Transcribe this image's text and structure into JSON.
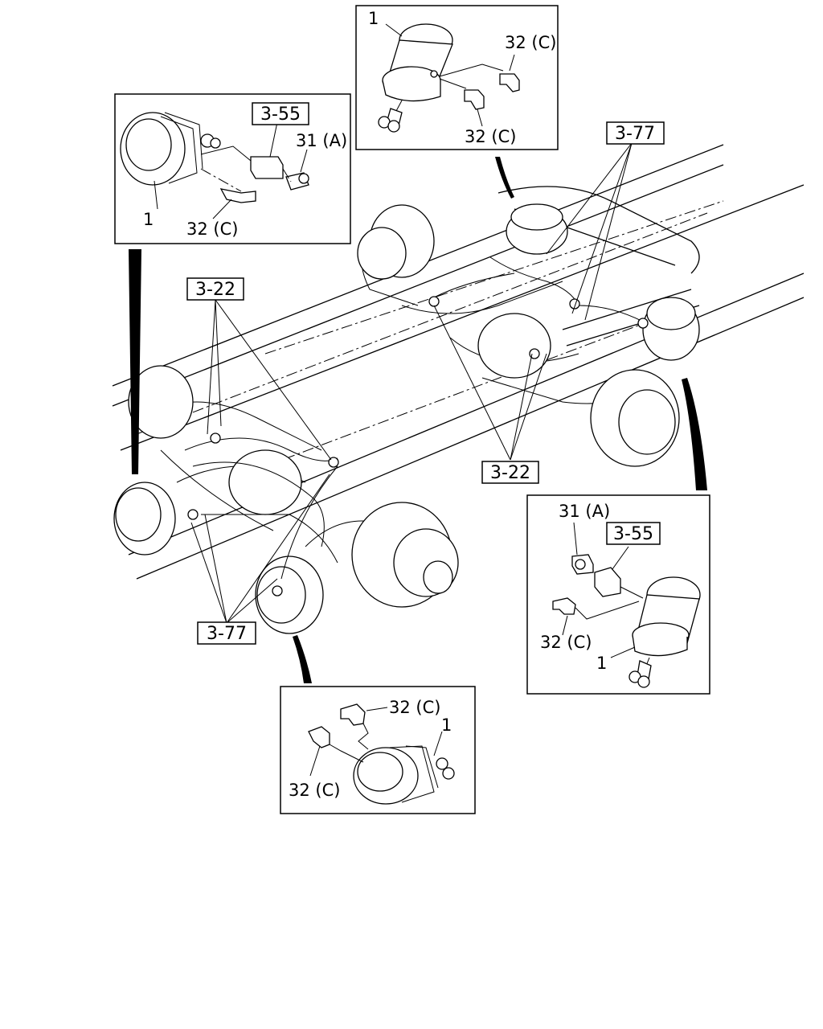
{
  "callouts": {
    "top_center": {
      "item_1": "1",
      "fitting_a": "32 (C)",
      "fitting_b": "32 (C)"
    },
    "top_left": {
      "ref_box": "3-55",
      "item_31": "31 (A)",
      "item_1": "1",
      "item_32": "32 (C)"
    },
    "right": {
      "item_31": "31 (A)",
      "ref_box": "3-55",
      "item_32": "32 (C)",
      "item_1": "1"
    },
    "bottom": {
      "item_32_top": "32 (C)",
      "item_1": "1",
      "item_32_left": "32 (C)"
    }
  },
  "refs": {
    "top_right_377": "3-77",
    "left_322": "3-22",
    "center_322": "3-22",
    "bottom_377": "3-77"
  }
}
